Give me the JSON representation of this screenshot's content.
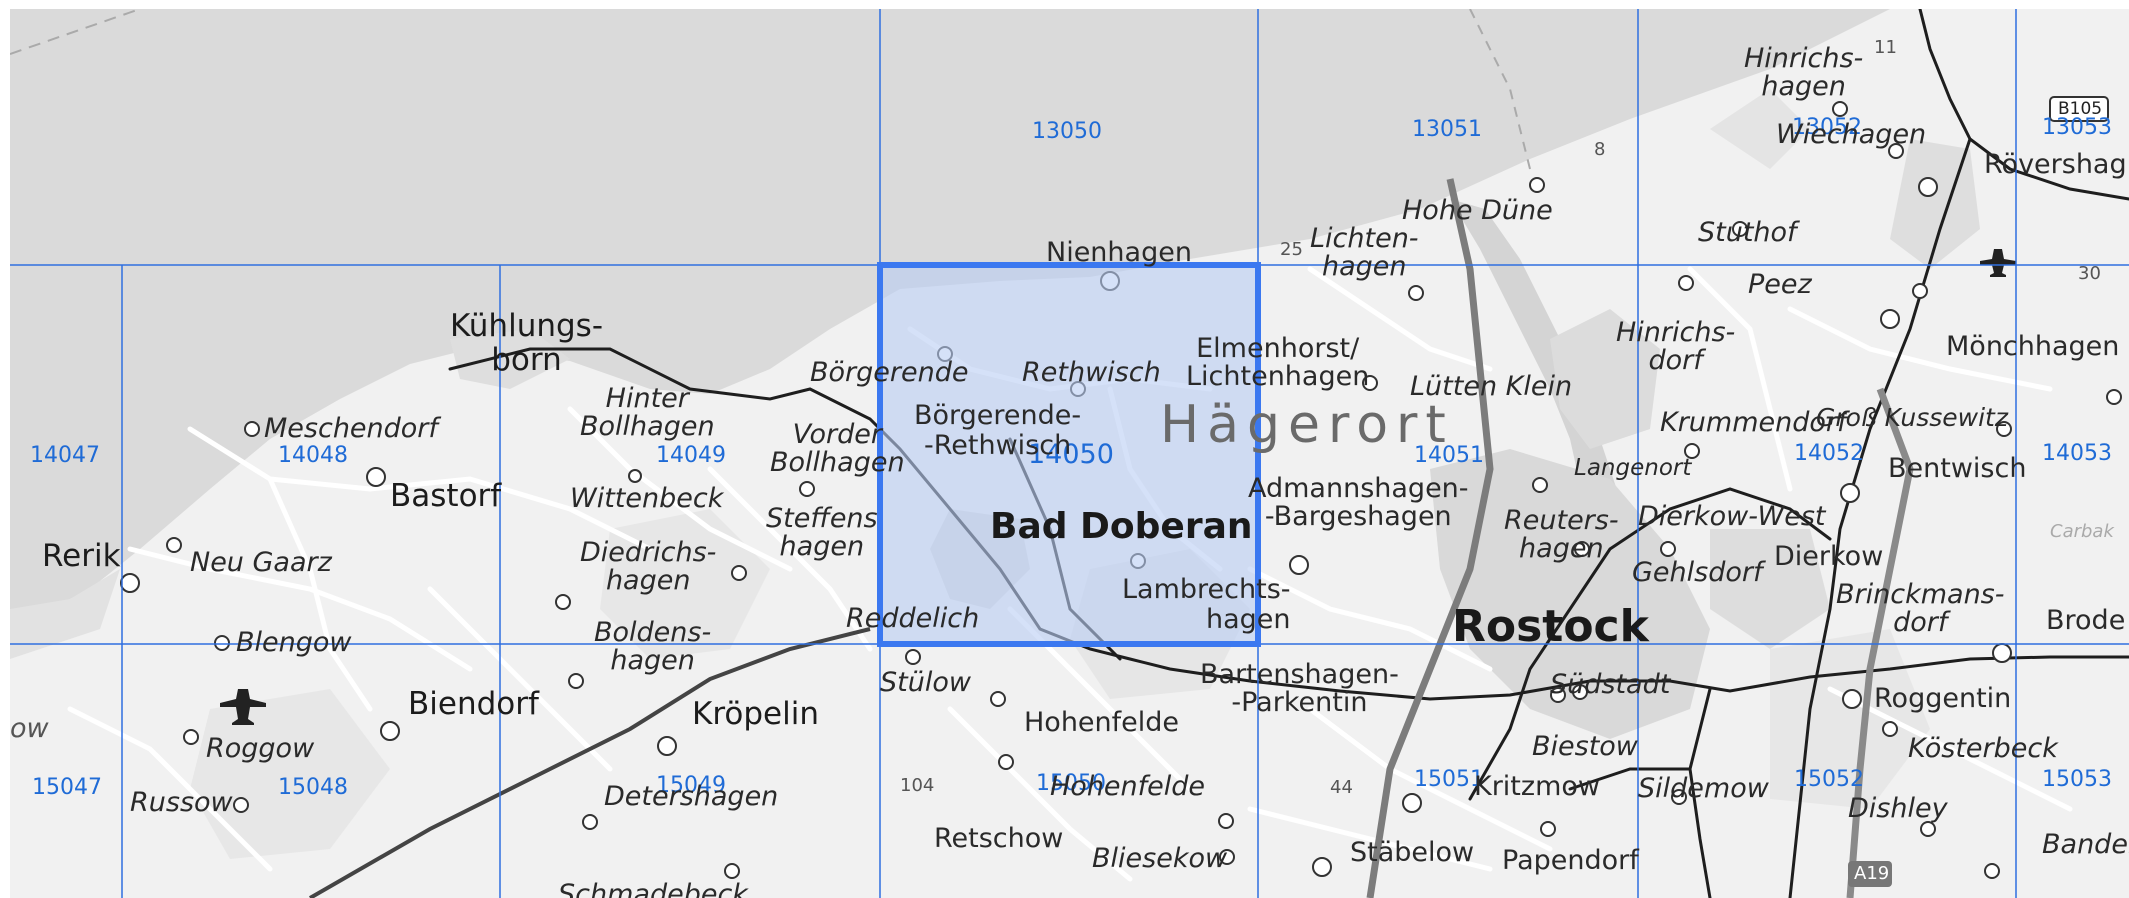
{
  "map": {
    "grid_cells": {
      "r0": [
        "13050",
        "13051",
        "13052",
        "13053"
      ],
      "r1": [
        "14047",
        "14048",
        "14049",
        "14050",
        "14051",
        "14052",
        "14053"
      ],
      "r2": [
        "15047",
        "15048",
        "15049",
        "15050",
        "15051",
        "15052",
        "15053"
      ]
    },
    "selected_cell": "14050",
    "region": "Hägerort",
    "places": {
      "kuehlungsborn_1": "Kühlungs-",
      "kuehlungsborn_2": "born",
      "meschendorf": "Meschendorf",
      "bastorf": "Bastorf",
      "rerik": "Rerik",
      "neu_gaarz": "Neu Gaarz",
      "blengow": "Blengow",
      "biendorf": "Biendorf",
      "roggow": "Roggow",
      "russow": "Russow",
      "ow": "ow",
      "hinter_bollhagen_1": "Hinter",
      "hinter_bollhagen_2": "Bollhagen",
      "wittenbeck": "Wittenbeck",
      "diedrichshagen_1": "Diedrichs-",
      "diedrichshagen_2": "hagen",
      "boldenshagen_1": "Boldens-",
      "boldenshagen_2": "hagen",
      "kroepelin": "Kröpelin",
      "detershagen": "Detershagen",
      "schmadebeck": "Schmadebeck",
      "boergerende": "Börgerende",
      "vorder_bollhagen_1": "Vorder",
      "vorder_bollhagen_2": "Bollhagen",
      "steffenshagen_1": "Steffens",
      "steffenshagen_2": "hagen",
      "reddelich": "Reddelich",
      "stuelow": "Stülow",
      "nienhagen": "Nienhagen",
      "rethwisch": "Rethwisch",
      "boergerende_rethwisch_1": "Börgerende-",
      "boergerende_rethwisch_2": "-Rethwisch",
      "bad_doberan": "Bad Doberan",
      "lambrechtshagen_1": "Lambrechts-",
      "lambrechtshagen_2": "hagen",
      "hohenfelde": "Hohenfelde",
      "hohenfelde_2": "Hohenfelde",
      "retschow": "Retschow",
      "bliesekow": "Bliesekow",
      "hohe_duene": "Hohe Düne",
      "lichtenhagen_1": "Lichten-",
      "lichtenhagen_2": "hagen",
      "elmenhorst_1": "Elmenhorst/",
      "elmenhorst_2": "Lichtenhagen",
      "luetten_klein": "Lütten Klein",
      "admannshagen_1": "Admannshagen-",
      "admannshagen_2": "-Bargeshagen",
      "reutershagen_1": "Reuters-",
      "reutershagen_2": "hagen",
      "rostock": "Rostock",
      "bartenshagen_1": "Bartenshagen-",
      "bartenshagen_2": "-Parkentin",
      "suedstadt": "Südstadt",
      "biestow": "Biestow",
      "kritzmow": "Kritzmow",
      "staebelow": "Stäbelow",
      "papendorf": "Papendorf",
      "hinrichshagen_1": "Hinrichs-",
      "hinrichshagen_2": "hagen",
      "warnemuende_area": "Wiechagen",
      "stuthof": "Stuthof",
      "peez": "Peez",
      "hinrichsdorf_1": "Hinrichs-",
      "hinrichsdorf_2": "dorf",
      "krummendorf": "Krummendorf",
      "langenort": "Langenort",
      "dierkow_west": "Dierkow-West",
      "gehlsdorf": "Gehlsdorf",
      "dierkow": "Dierkow",
      "sildemow": "Sildemow",
      "roevershagen": "Rövershag",
      "moenchhagen": "Mönchhagen",
      "gross_kussewitz": "Groß Kussewitz",
      "bentwisch": "Bentwisch",
      "carbak": "Carbak",
      "brinckmansdorf_1": "Brinckmans-",
      "brinckmansdorf_2": "dorf",
      "brode": "Brode",
      "roggentin": "Roggentin",
      "koesterbeck": "Kösterbeck",
      "dishley": "Dishley",
      "bandels": "Bandels"
    },
    "roads": {
      "b105": "B105",
      "a19": "A19",
      "r25": "25",
      "r8": "8",
      "r11": "11",
      "r30": "30",
      "r104": "104",
      "r44": "44"
    },
    "colors": {
      "grid_line": "#2f6fe0",
      "selected_border": "#3b78f0",
      "selected_fill": "#b9cdf3",
      "water": "#dadada",
      "land": "#f1f1f1"
    }
  }
}
